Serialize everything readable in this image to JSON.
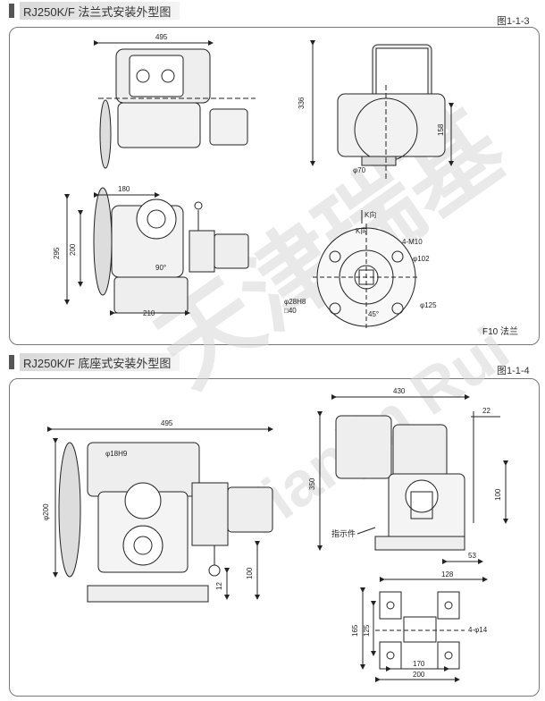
{
  "sections": [
    {
      "title": "RJ250K/F 法兰式安装外型图",
      "figure": "图1-1-3",
      "note": "F10 法兰"
    },
    {
      "title": "RJ250K/F 底座式安装外型图",
      "figure": "图1-1-4"
    }
  ],
  "watermark": {
    "cn": "天津瑞基",
    "en": "Tianjin Rui"
  },
  "flange": {
    "w495": "495",
    "h336": "336",
    "h158": "158",
    "d70": "φ70",
    "w180": "180",
    "h295": "295",
    "h200": "200",
    "angle": "90°",
    "w210": "210",
    "key": "K向",
    "keylabel": "K向",
    "m10": "4-M10",
    "d102": "φ102",
    "d28": "φ28H8",
    "d40": "□40",
    "a45": "45°",
    "d125": "φ125"
  },
  "base": {
    "w495": "495",
    "d18": "φ18H9",
    "d200": "φ200",
    "h12": "12",
    "h100a": "100",
    "w430": "430",
    "w22": "22",
    "h350": "350",
    "h100b": "100",
    "indicator": "指示件",
    "w53": "53",
    "w128": "128",
    "w200": "200",
    "h165": "165",
    "h125": "125",
    "holes": "4-φ14",
    "w170": "170",
    "w200b": "200"
  }
}
